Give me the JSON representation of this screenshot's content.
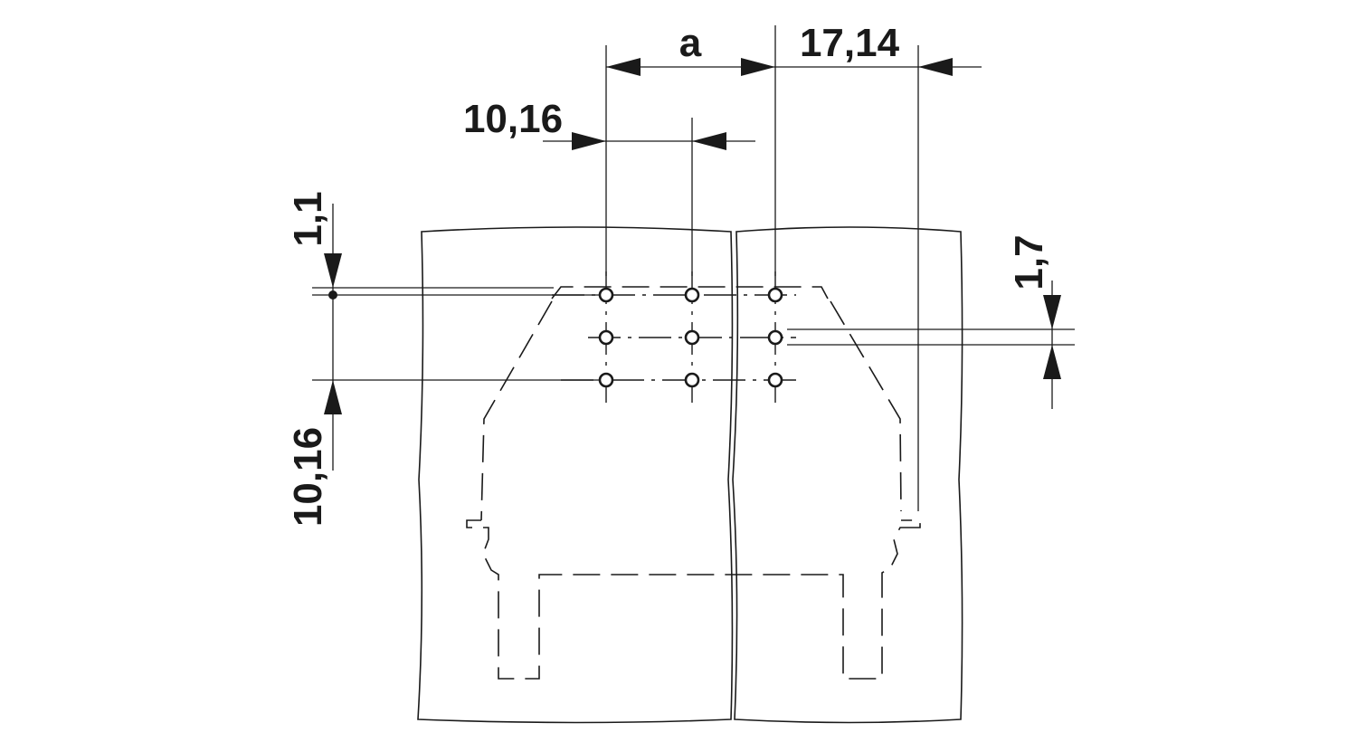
{
  "dimensions": {
    "a": "a",
    "d_17_14": "17,14",
    "d_10_16_h": "10,16",
    "d_1_1": "1,1",
    "d_10_16_v": "10,16",
    "d_1_7": "1,7"
  },
  "pin_grid": {
    "columns": 3,
    "rows": 3
  },
  "colors": {
    "line": "#1a1a1a",
    "background": "#ffffff"
  }
}
